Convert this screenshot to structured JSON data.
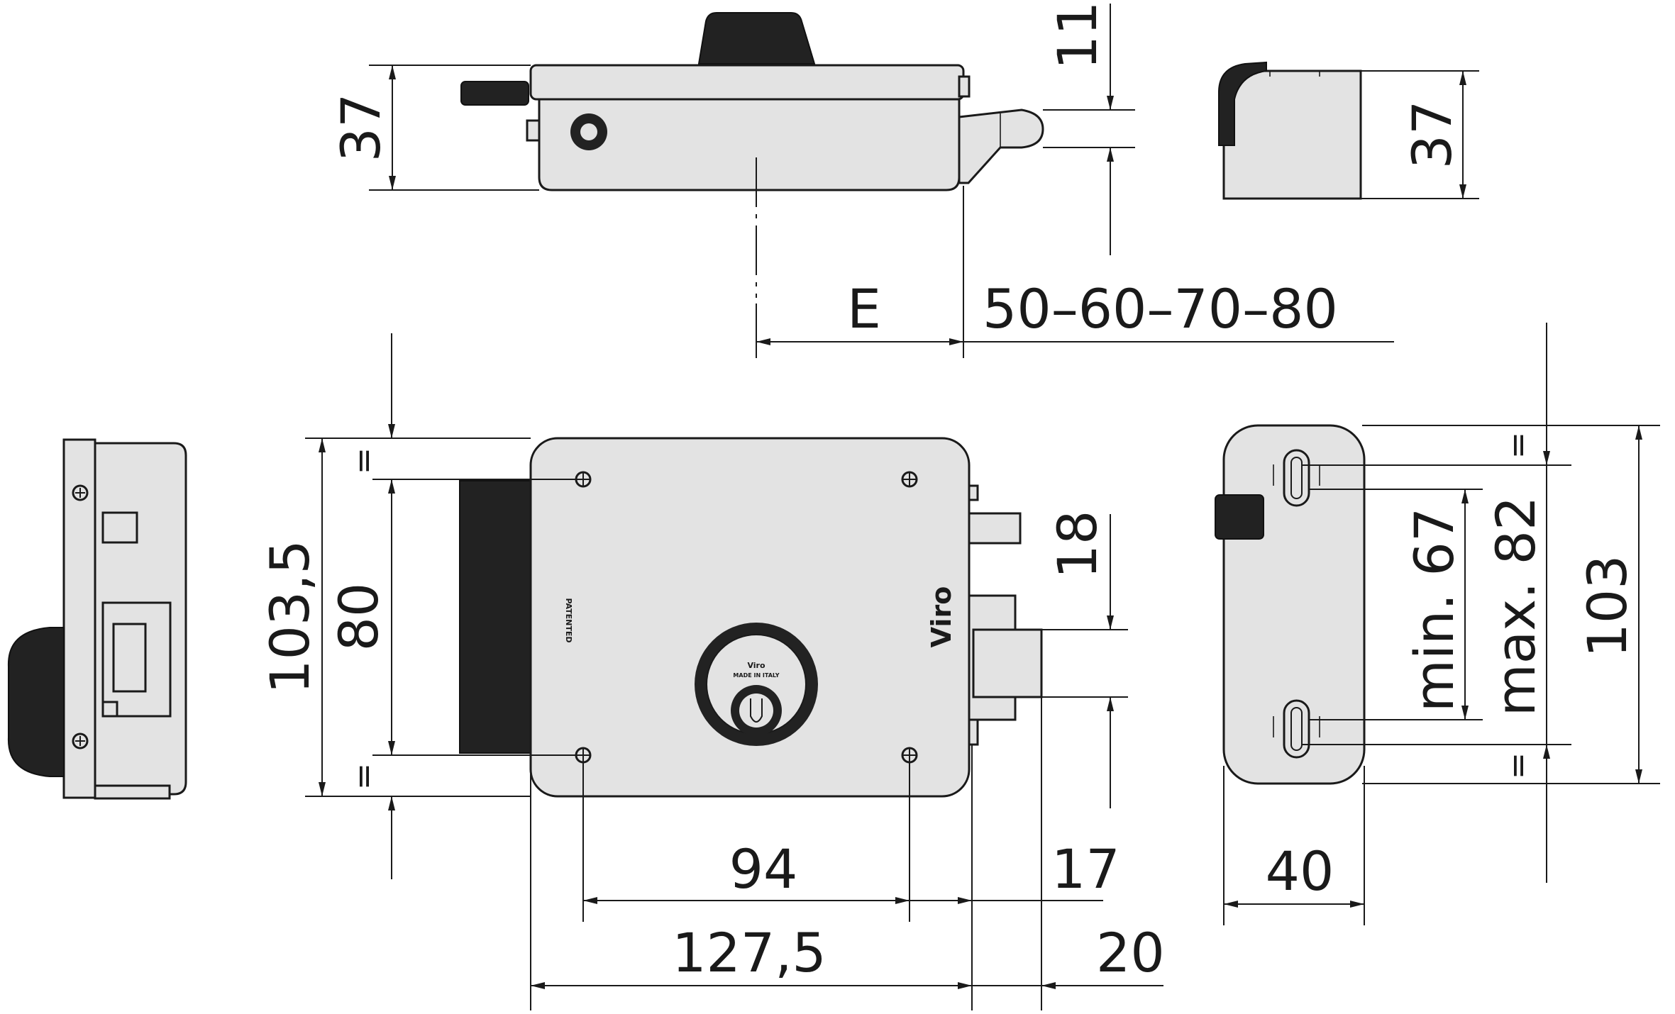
{
  "top_view": {
    "height_left": "37",
    "latch_height": "11",
    "backset_label": "E",
    "backset_values": "50–60–70–80"
  },
  "keeper_top": {
    "height": "37"
  },
  "front_view": {
    "body_height": "103,5",
    "screw_spacing_v": "80",
    "latch_height": "18",
    "screw_spacing_h": "94",
    "body_width": "127,5",
    "latch_offset": "17",
    "latch_length": "20",
    "equal_top": "=",
    "equal_bottom": "=",
    "patent_text": "PATENTED",
    "brand": "Viro",
    "cylinder_brand": "Viro",
    "cylinder_text": "MADE IN ITALY"
  },
  "keeper_front": {
    "min_spacing": "min. 67",
    "max_spacing": "max. 82",
    "height": "103",
    "width": "40",
    "equal_top": "=",
    "equal_bottom": "="
  },
  "colors": {
    "body": "#e3e3e3",
    "dark_parts": "#222222",
    "lines": "#1a1a1a"
  }
}
